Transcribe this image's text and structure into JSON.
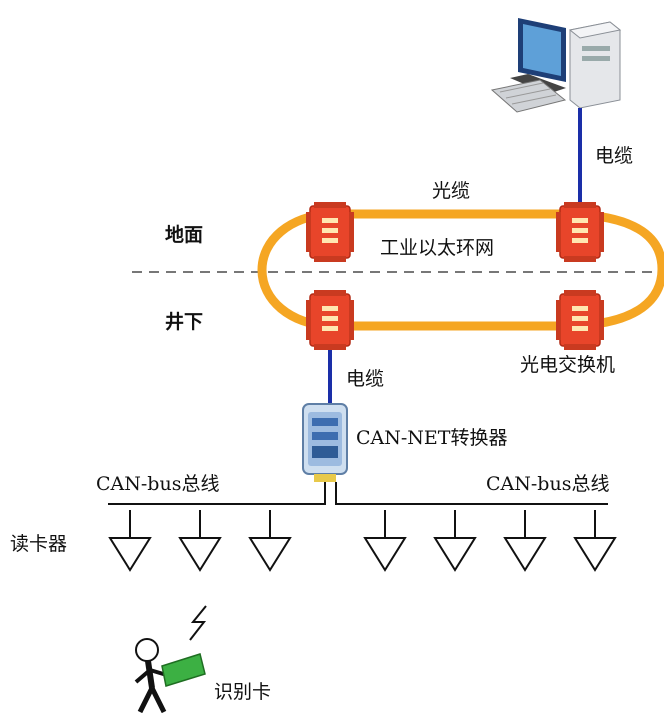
{
  "labels": {
    "top_cable": "电缆",
    "fiber": "光缆",
    "surface": "地面",
    "ethernet_ring": "工业以太环网",
    "underground": "井下",
    "lower_cable": "电缆",
    "optical_switch": "光电交换机",
    "converter": "CAN-NET转换器",
    "canbus_left": "CAN-bus总线",
    "canbus_right": "CAN-bus总线",
    "card_reader": "读卡器",
    "id_card": "识别卡"
  },
  "colors": {
    "ring": "#f5a623",
    "cable": "#1a2ea8",
    "switch_box": "#e8452a",
    "divider": "#777777",
    "card": "#3cb043"
  },
  "icons": {
    "computer": "computer-icon",
    "switch": "switch-box-icon",
    "converter": "converter-icon",
    "reader": "card-reader-icon",
    "person": "person-icon",
    "signal": "lightning-icon"
  }
}
